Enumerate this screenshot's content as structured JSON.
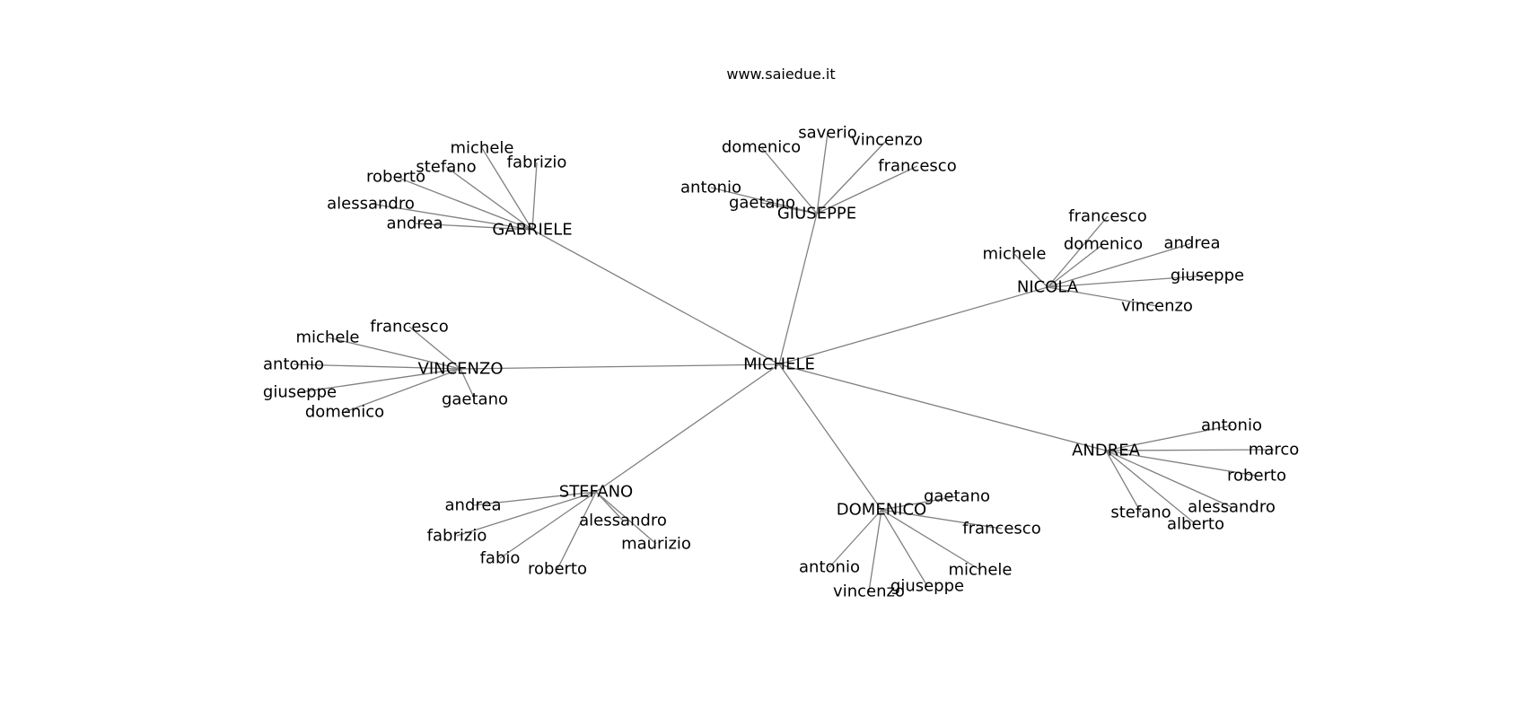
{
  "header": {
    "site": "www.saiedue.it"
  },
  "graph": {
    "root": "MICHELE",
    "hubs": [
      {
        "name": "GABRIELE",
        "leaves": [
          "michele",
          "stefano",
          "fabrizio",
          "roberto",
          "alessandro",
          "andrea"
        ]
      },
      {
        "name": "GIUSEPPE",
        "leaves": [
          "domenico",
          "saverio",
          "vincenzo",
          "francesco",
          "antonio",
          "gaetano"
        ]
      },
      {
        "name": "NICOLA",
        "leaves": [
          "francesco",
          "domenico",
          "michele",
          "andrea",
          "giuseppe",
          "vincenzo"
        ]
      },
      {
        "name": "VINCENZO",
        "leaves": [
          "francesco",
          "michele",
          "antonio",
          "giuseppe",
          "domenico",
          "gaetano"
        ]
      },
      {
        "name": "ANDREA",
        "leaves": [
          "antonio",
          "marco",
          "roberto",
          "alessandro",
          "alberto",
          "stefano"
        ]
      },
      {
        "name": "STEFANO",
        "leaves": [
          "andrea",
          "fabrizio",
          "fabio",
          "roberto",
          "alessandro",
          "maurizio"
        ]
      },
      {
        "name": "DOMENICO",
        "leaves": [
          "gaetano",
          "francesco",
          "michele",
          "giuseppe",
          "vincenzo",
          "antonio"
        ]
      }
    ]
  }
}
